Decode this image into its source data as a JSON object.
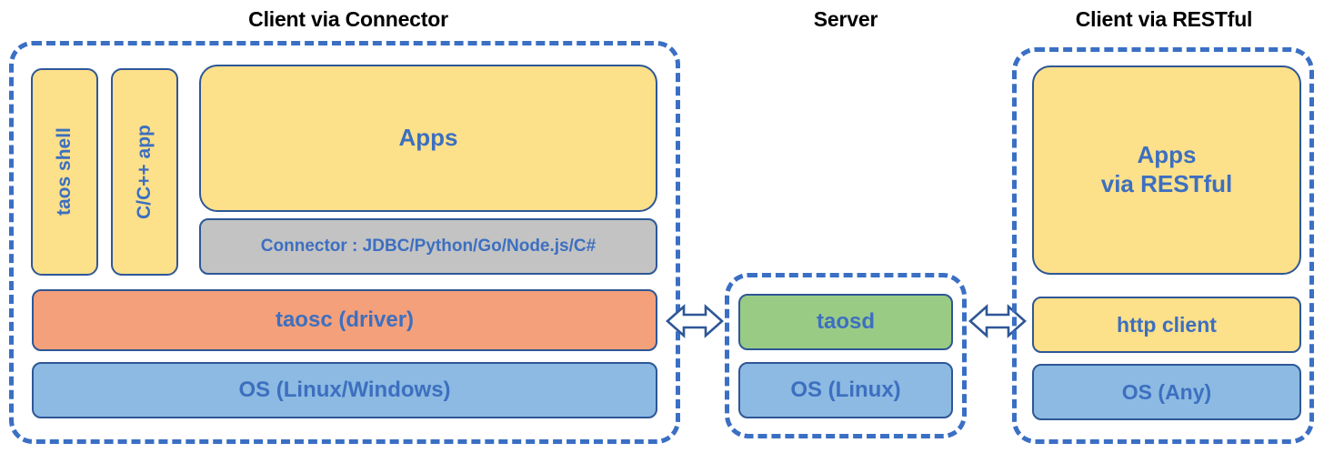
{
  "diagram": {
    "title_left": "Client via Connector",
    "title_middle": "Server",
    "title_right": "Client via RESTful",
    "colors": {
      "dashed_border": "#3A6FC4",
      "box_border": "#2E5796",
      "text": "#3D6FC0",
      "yellow": "#FCE08A",
      "orange": "#F4A07A",
      "blue": "#8CBAE2",
      "green": "#9ACB85",
      "gray": "#C3C3C3",
      "title_text": "#000000"
    }
  },
  "client_connector": {
    "taos_shell": "taos shell",
    "c_cpp_app": "C/C++ app",
    "apps": "Apps",
    "connector": "Connector : JDBC/Python/Go/Node.js/C#",
    "taosc": "taosc (driver)",
    "os": "OS (Linux/Windows)"
  },
  "server": {
    "taosd": "taosd",
    "os": "OS (Linux)"
  },
  "client_restful": {
    "apps": "Apps\nvia RESTful",
    "apps_line1": "Apps",
    "apps_line2": "via RESTful",
    "http_client": "http client",
    "os": "OS (Any)"
  },
  "arrows": {
    "left_arrow_name": "bidirectional-arrow",
    "right_arrow_name": "bidirectional-arrow"
  }
}
